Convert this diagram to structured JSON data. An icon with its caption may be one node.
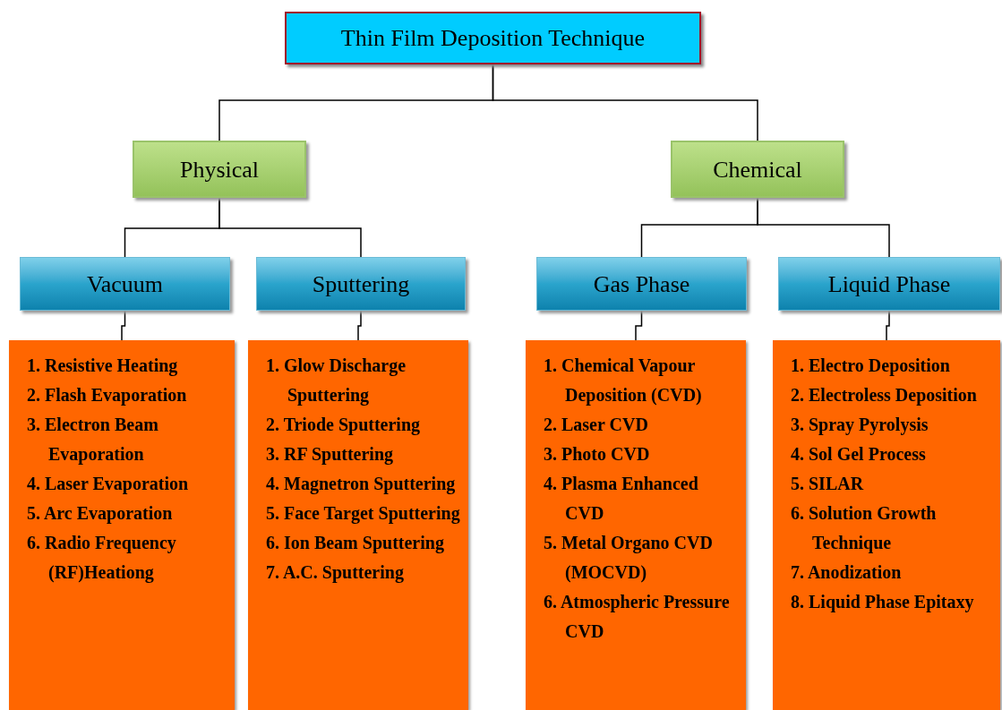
{
  "diagram": {
    "nodes": [
      {
        "text": [
          "Thin Film Deposition Technique"
        ]
      },
      {
        "text": [
          "Physical"
        ]
      },
      {
        "text": [
          "Chemical"
        ]
      },
      {
        "text": [
          "Vacuum"
        ]
      },
      {
        "text": [
          "Sputtering"
        ]
      },
      {
        "text": [
          "Gas Phase"
        ]
      },
      {
        "text": [
          "Liquid Phase"
        ]
      },
      {
        "text": [
          "1. Resistive Heating",
          "2. Flash Evaporation",
          "3. Electron Beam Evaporation",
          "4. Laser Evaporation",
          "5. Arc Evaporation",
          "6. Radio Frequency (RF)Heationg"
        ]
      },
      {
        "text": [
          "1. Glow Discharge Sputtering",
          "2. Triode Sputtering",
          "3. RF Sputtering",
          "4. Magnetron Sputtering",
          "5. Face Target Sputtering",
          "6. Ion Beam Sputtering",
          "7. A.C. Sputtering"
        ]
      },
      {
        "text": [
          "1. Chemical Vapour Deposition (CVD)",
          "2. Laser CVD",
          "3. Photo CVD",
          "4. Plasma Enhanced CVD",
          "5. Metal Organo CVD (MOCVD)",
          "6. Atmospheric Pressure CVD"
        ]
      },
      {
        "text": [
          "1. Electro Deposition",
          "2. Electroless Deposition",
          "3. Spray Pyrolysis",
          "4. Sol Gel Process",
          "5. SILAR",
          "6. Solution Growth Technique",
          "7. Anodization",
          "8. Liquid Phase Epitaxy"
        ]
      }
    ],
    "edges": [
      {
        "from": 0,
        "to": 1,
        "arrow": "none"
      },
      {
        "from": 0,
        "to": 2,
        "arrow": "none"
      },
      {
        "from": 1,
        "to": 3,
        "arrow": "none"
      },
      {
        "from": 1,
        "to": 4,
        "arrow": "none"
      },
      {
        "from": 2,
        "to": 5,
        "arrow": "none"
      },
      {
        "from": 2,
        "to": 6,
        "arrow": "none"
      },
      {
        "from": 3,
        "to": 7,
        "arrow": "none"
      },
      {
        "from": 4,
        "to": 8,
        "arrow": "none"
      },
      {
        "from": 5,
        "to": 9,
        "arrow": "none"
      },
      {
        "from": 6,
        "to": 10,
        "arrow": "none"
      }
    ]
  }
}
